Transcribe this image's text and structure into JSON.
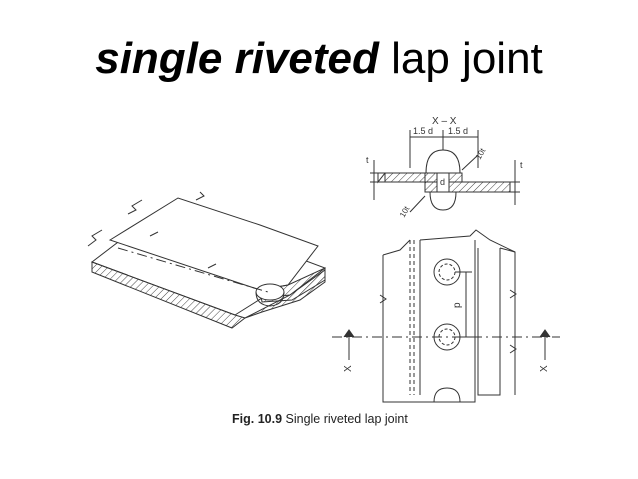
{
  "slide": {
    "title_bold": "single riveted",
    "title_rest": " lap joint"
  },
  "figure": {
    "caption_fig": "Fig. 10.9",
    "caption_text": " Single riveted lap joint",
    "labels": {
      "section": "X – X",
      "dim_left": "1.5 d",
      "dim_right": "1.5 d",
      "rivet_d": "d",
      "t_left": "t",
      "t_right": "t",
      "angle_top": "10t",
      "angle_bottom": "10t",
      "pitch": "p",
      "x_left": "X",
      "x_right": "X"
    }
  }
}
